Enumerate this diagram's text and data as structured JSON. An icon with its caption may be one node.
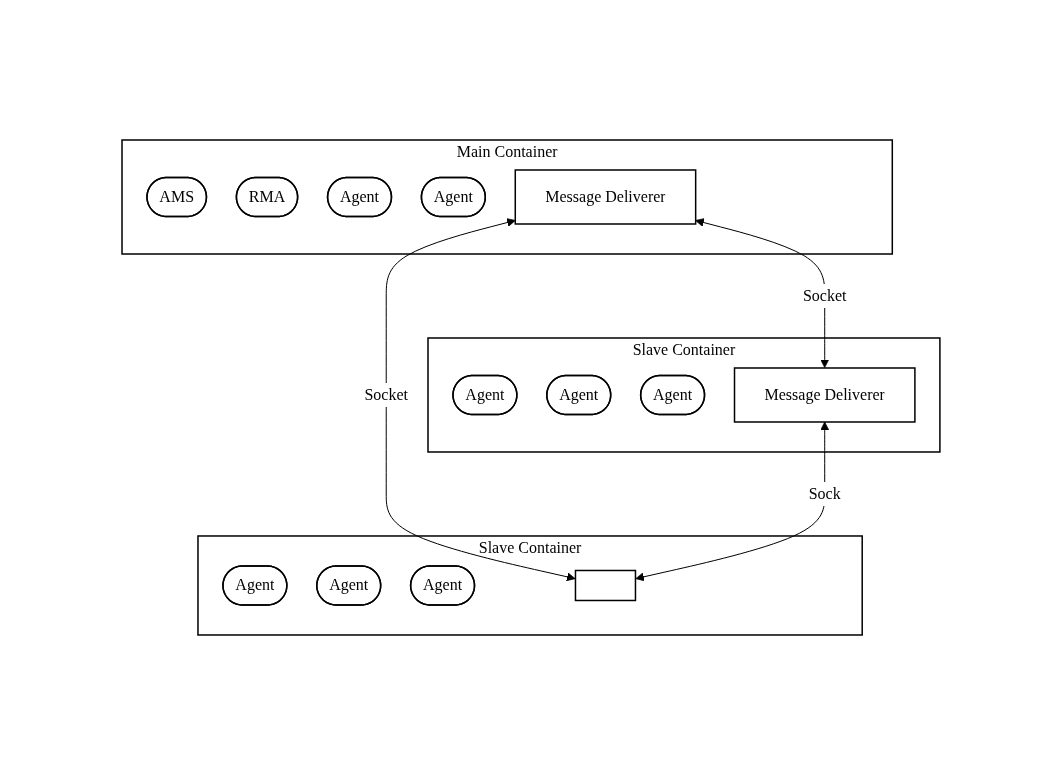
{
  "diagram": {
    "nodes": [
      {
        "text": [
          "Main Container"
        ]
      },
      {
        "text": [
          "AMS"
        ],
        "in": 0
      },
      {
        "text": [
          "RMA"
        ],
        "in": 0
      },
      {
        "text": [
          "Agent"
        ],
        "in": 0
      },
      {
        "text": [
          "Agent"
        ],
        "in": 0
      },
      {
        "text": [
          "Message Deliverer"
        ],
        "in": 0
      },
      {
        "text": [
          "Slave Container"
        ]
      },
      {
        "text": [
          "Agent"
        ],
        "in": 6
      },
      {
        "text": [
          "Agent"
        ],
        "in": 6
      },
      {
        "text": [
          "Agent"
        ],
        "in": 6
      },
      {
        "text": [],
        "shape": "box",
        "in": 6
      },
      {
        "text": [
          "Slave Container"
        ]
      },
      {
        "text": [
          "Agent"
        ],
        "in": 11
      },
      {
        "text": [
          "Agent"
        ],
        "in": 11
      },
      {
        "text": [
          "Agent"
        ],
        "in": 11
      },
      {
        "text": [
          "Message Deliverer"
        ],
        "in": 11
      }
    ],
    "edges": [
      {
        "from": 10,
        "to": 5,
        "arrow": "both",
        "label": "Socket"
      },
      {
        "from": 15,
        "to": 5,
        "arrow": "both",
        "label": "Socket"
      },
      {
        "from": 10,
        "to": 15,
        "arrow": "both",
        "label": "Sock"
      }
    ]
  }
}
